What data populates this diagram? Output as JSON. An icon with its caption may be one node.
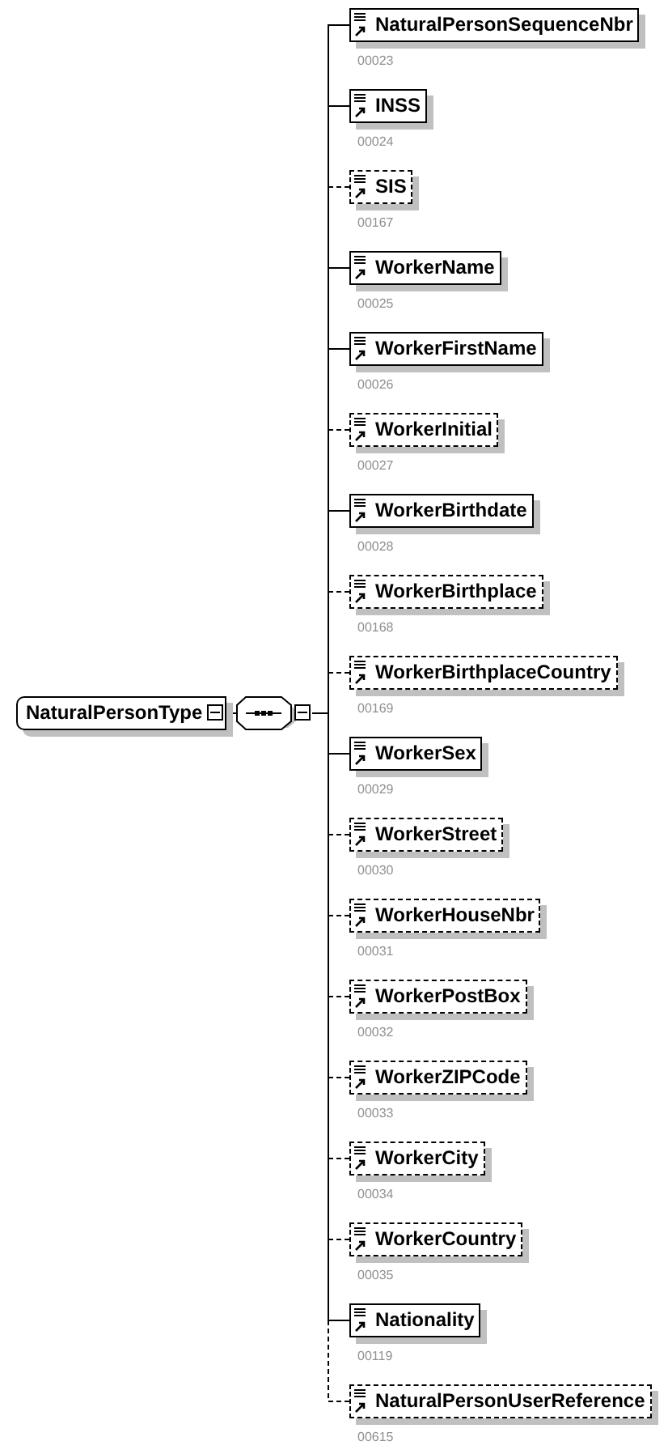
{
  "diagram": {
    "nodes": [
      {
        "text": [
          "NaturalPersonType"
        ]
      },
      {
        "text": [],
        "shape": "octagon"
      },
      {
        "text": [
          "NaturalPersonSequenceNbr"
        ],
        "beside": [
          "00023"
        ]
      },
      {
        "text": [
          "INSS"
        ],
        "beside": [
          "00024"
        ]
      },
      {
        "text": [
          "SIS"
        ],
        "beside": [
          "00167"
        ]
      },
      {
        "text": [
          "WorkerName"
        ],
        "beside": [
          "00025"
        ]
      },
      {
        "text": [
          "WorkerFirstName"
        ],
        "beside": [
          "00026"
        ]
      },
      {
        "text": [
          "WorkerInitial"
        ],
        "beside": [
          "00027"
        ]
      },
      {
        "text": [
          "WorkerBirthdate"
        ],
        "beside": [
          "00028"
        ]
      },
      {
        "text": [
          "WorkerBirthplace"
        ],
        "beside": [
          "00168"
        ]
      },
      {
        "text": [
          "WorkerBirthplaceCountry"
        ],
        "beside": [
          "00169"
        ]
      },
      {
        "text": [
          "WorkerSex"
        ],
        "beside": [
          "00029"
        ]
      },
      {
        "text": [
          "WorkerStreet"
        ],
        "beside": [
          "00030"
        ]
      },
      {
        "text": [
          "WorkerHouseNbr"
        ],
        "beside": [
          "00031"
        ]
      },
      {
        "text": [
          "WorkerPostBox"
        ],
        "beside": [
          "00032"
        ]
      },
      {
        "text": [
          "WorkerZIPCode"
        ],
        "beside": [
          "00033"
        ]
      },
      {
        "text": [
          "WorkerCity"
        ],
        "beside": [
          "00034"
        ]
      },
      {
        "text": [
          "WorkerCountry"
        ],
        "beside": [
          "00035"
        ]
      },
      {
        "text": [
          "Nationality"
        ],
        "beside": [
          "00119"
        ]
      },
      {
        "text": [
          "NaturalPersonUserReference"
        ],
        "beside": [
          "00615"
        ]
      }
    ],
    "edges": [
      {
        "from": 0,
        "to": 1,
        "arrow": "none"
      },
      {
        "from": 1,
        "to": 2,
        "arrow": "none"
      },
      {
        "from": 1,
        "to": 3,
        "arrow": "none"
      },
      {
        "from": 1,
        "to": 4,
        "arrow": "none",
        "style": "dashed"
      },
      {
        "from": 1,
        "to": 5,
        "arrow": "none"
      },
      {
        "from": 1,
        "to": 6,
        "arrow": "none"
      },
      {
        "from": 1,
        "to": 7,
        "arrow": "none",
        "style": "dashed"
      },
      {
        "from": 1,
        "to": 8,
        "arrow": "none"
      },
      {
        "from": 1,
        "to": 9,
        "arrow": "none",
        "style": "dashed"
      },
      {
        "from": 1,
        "to": 10,
        "arrow": "none",
        "style": "dashed"
      },
      {
        "from": 1,
        "to": 11,
        "arrow": "none"
      },
      {
        "from": 1,
        "to": 12,
        "arrow": "none",
        "style": "dashed"
      },
      {
        "from": 1,
        "to": 13,
        "arrow": "none",
        "style": "dashed"
      },
      {
        "from": 1,
        "to": 14,
        "arrow": "none",
        "style": "dashed"
      },
      {
        "from": 1,
        "to": 15,
        "arrow": "none",
        "style": "dashed"
      },
      {
        "from": 1,
        "to": 16,
        "arrow": "none",
        "style": "dashed"
      },
      {
        "from": 1,
        "to": 17,
        "arrow": "none",
        "style": "dashed"
      },
      {
        "from": 1,
        "to": 18,
        "arrow": "none"
      },
      {
        "from": 1,
        "to": 19,
        "arrow": "none",
        "style": "dashed"
      }
    ]
  }
}
